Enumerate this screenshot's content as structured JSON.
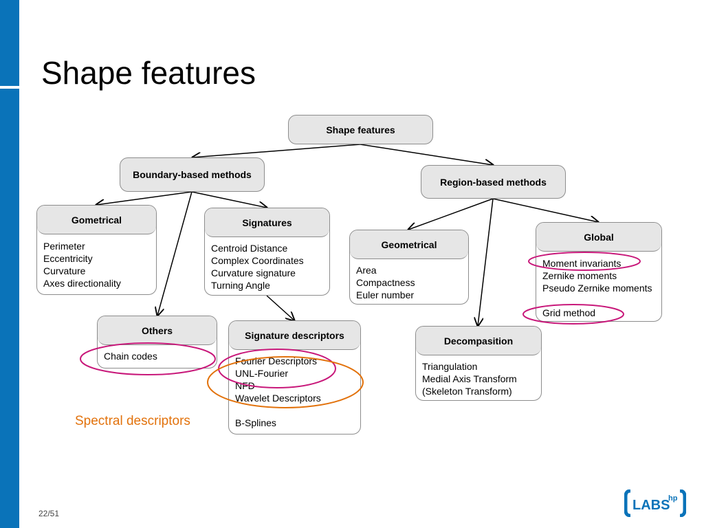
{
  "slide": {
    "title": "Shape features",
    "page": "22/51",
    "annotation": "Spectral descriptors",
    "logo_text": "LABS",
    "logo_sup": "hp"
  },
  "colors": {
    "brand_bar": "#0a73b9",
    "highlight_magenta": "#c8187a",
    "highlight_orange": "#e2720c",
    "node_header": "#e6e6e6"
  },
  "nodes": {
    "root": {
      "label": "Shape features"
    },
    "boundary": {
      "label": "Boundary-based methods"
    },
    "region": {
      "label": "Region-based methods"
    },
    "gometrical": {
      "label": "Gometrical",
      "items": [
        "Perimeter",
        "Eccentricity",
        "Curvature",
        "Axes directionality"
      ]
    },
    "signatures": {
      "label": "Signatures",
      "items": [
        "Centroid Distance",
        "Complex Coordinates",
        "Curvature signature",
        "Turning Angle"
      ]
    },
    "geometrical": {
      "label": "Geometrical",
      "items": [
        "Area",
        "Compactness",
        "Euler number"
      ]
    },
    "global": {
      "label": "Global",
      "items": [
        "Moment invariants",
        "Zernike moments",
        "Pseudo Zernike moments",
        "",
        "Grid method"
      ]
    },
    "others": {
      "label": "Others",
      "items": [
        "Chain codes"
      ]
    },
    "sigdesc": {
      "label": "Signature descriptors",
      "items": [
        "Fourier Descriptors",
        "UNL-Fourier",
        "NFD",
        "Wavelet Descriptors",
        "",
        "B-Splines"
      ]
    },
    "decomp": {
      "label": "Decompasition",
      "items": [
        "Triangulation",
        "Medial Axis Transform",
        "(Skeleton Transform)"
      ]
    }
  }
}
